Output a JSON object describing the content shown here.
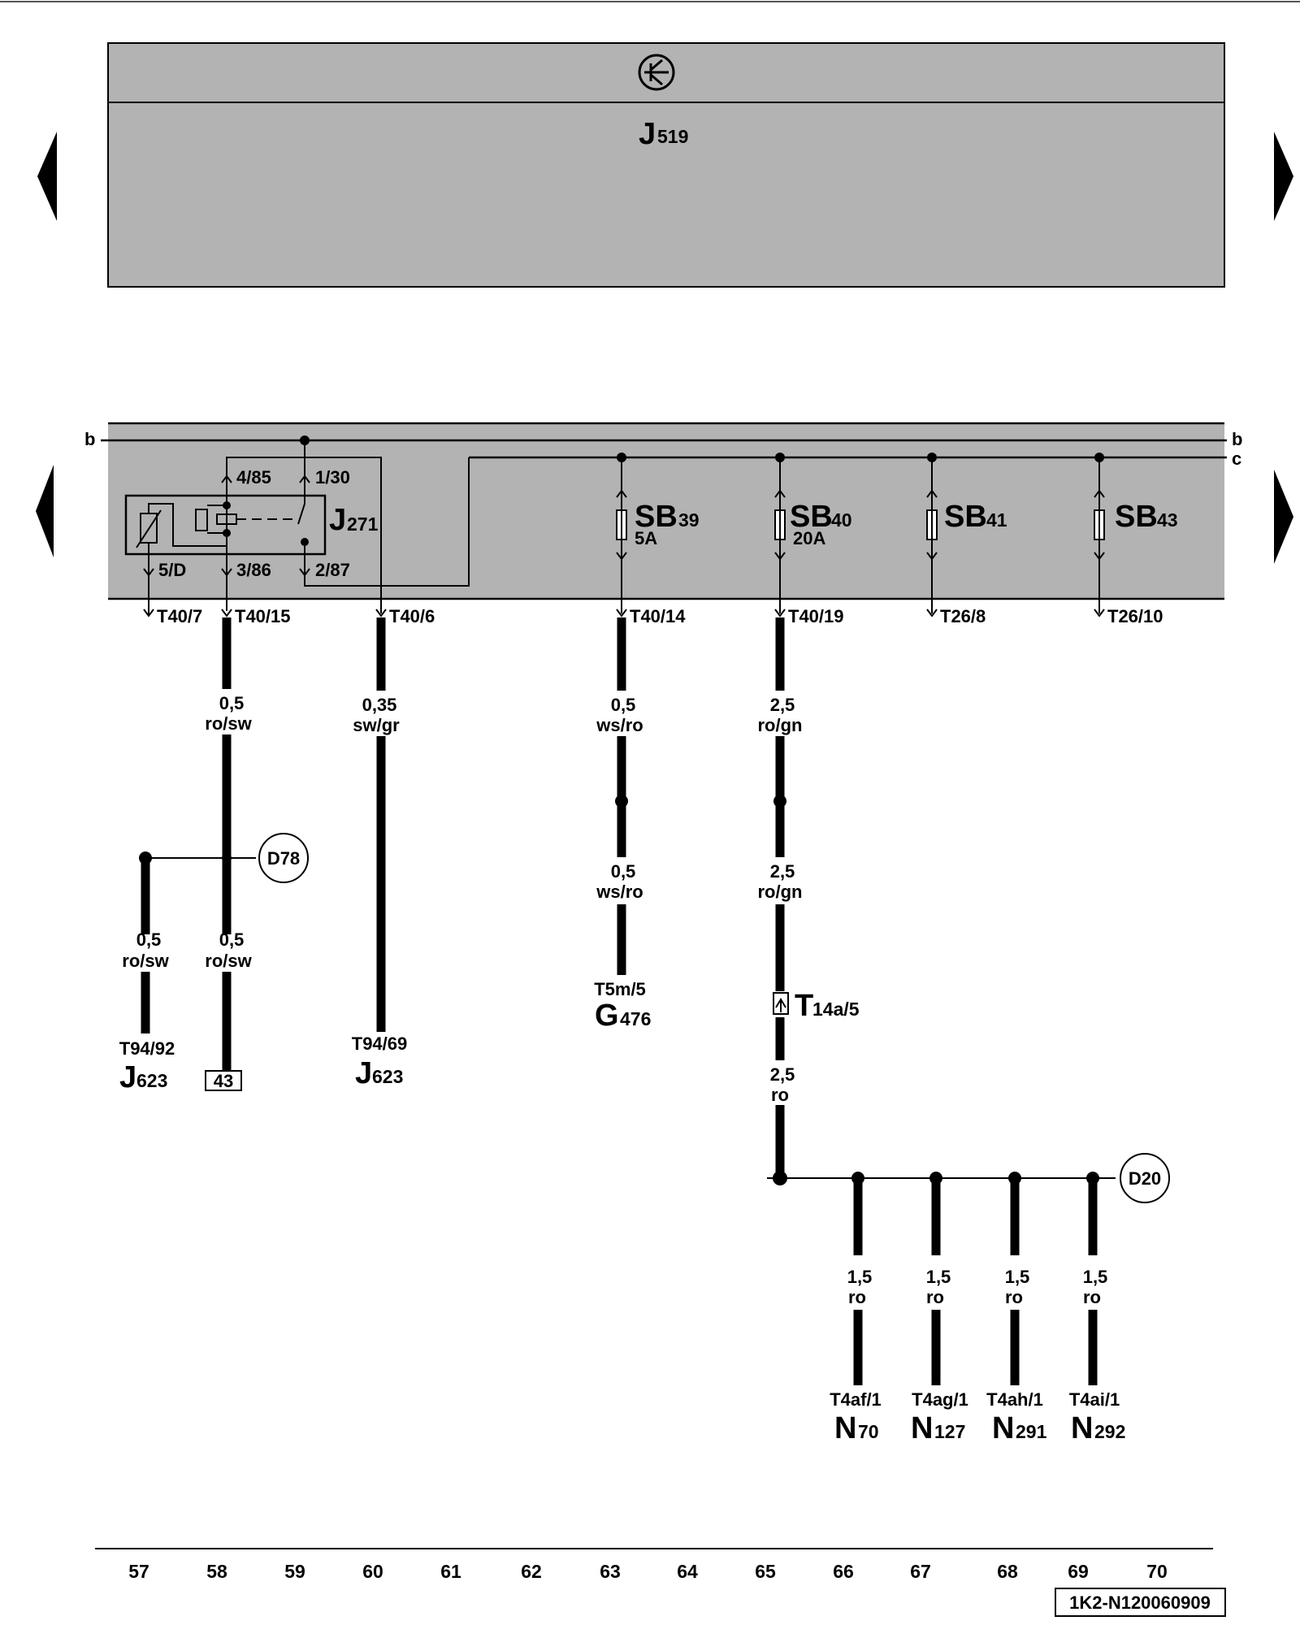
{
  "control_unit": {
    "code": "J",
    "sub": "519"
  },
  "rails": {
    "b_left": "b",
    "b_right": "b",
    "c_right": "c"
  },
  "relay": {
    "code": "J",
    "sub": "271",
    "pins": {
      "p1": "4/85",
      "p2": "1/30",
      "p3": "5/D",
      "p4": "3/86",
      "p5": "2/87"
    }
  },
  "fuses": [
    {
      "code": "SB",
      "sub": "39",
      "rating": "5A"
    },
    {
      "code": "SB",
      "sub": "40",
      "rating": "20A"
    },
    {
      "code": "SB",
      "sub": "41",
      "rating": ""
    },
    {
      "code": "SB",
      "sub": "43",
      "rating": ""
    }
  ],
  "connectors": [
    "T40/7",
    "T40/15",
    "T40/6",
    "T40/14",
    "T40/19",
    "T26/8",
    "T26/10"
  ],
  "wires": [
    {
      "size": "0,5",
      "color": "ro/sw"
    },
    {
      "size": "0,35",
      "color": "sw/gr"
    },
    {
      "size": "0,5",
      "color": "ws/ro"
    },
    {
      "size": "2,5",
      "color": "ro/gn"
    },
    {
      "size": "0,5",
      "color": "ro/sw"
    },
    {
      "size": "0,5",
      "color": "ro/sw"
    },
    {
      "size": "0,5",
      "color": "ws/ro"
    },
    {
      "size": "2,5",
      "color": "ro/gn"
    },
    {
      "size": "2,5",
      "color": "ro"
    },
    {
      "size": "1,5",
      "color": "ro"
    },
    {
      "size": "1,5",
      "color": "ro"
    },
    {
      "size": "1,5",
      "color": "ro"
    },
    {
      "size": "1,5",
      "color": "ro"
    }
  ],
  "splices": {
    "left": "D78",
    "right": "D20"
  },
  "inline_connector": {
    "code": "T",
    "sub": "14a/5"
  },
  "ground_ref": "43",
  "components": [
    {
      "pin": "T94/92",
      "code": "J",
      "sub": "623"
    },
    {
      "pin": "T94/69",
      "code": "J",
      "sub": "623"
    },
    {
      "pin": "T5m/5",
      "code": "G",
      "sub": "476"
    },
    {
      "pin": "T4af/1",
      "code": "N",
      "sub": "70"
    },
    {
      "pin": "T4ag/1",
      "code": "N",
      "sub": "127"
    },
    {
      "pin": "T4ah/1",
      "code": "N",
      "sub": "291"
    },
    {
      "pin": "T4ai/1",
      "code": "N",
      "sub": "292"
    }
  ],
  "columns": [
    "57",
    "58",
    "59",
    "60",
    "61",
    "62",
    "63",
    "64",
    "65",
    "66",
    "67",
    "68",
    "69",
    "70"
  ],
  "doc_id": "1K2-N120060909"
}
